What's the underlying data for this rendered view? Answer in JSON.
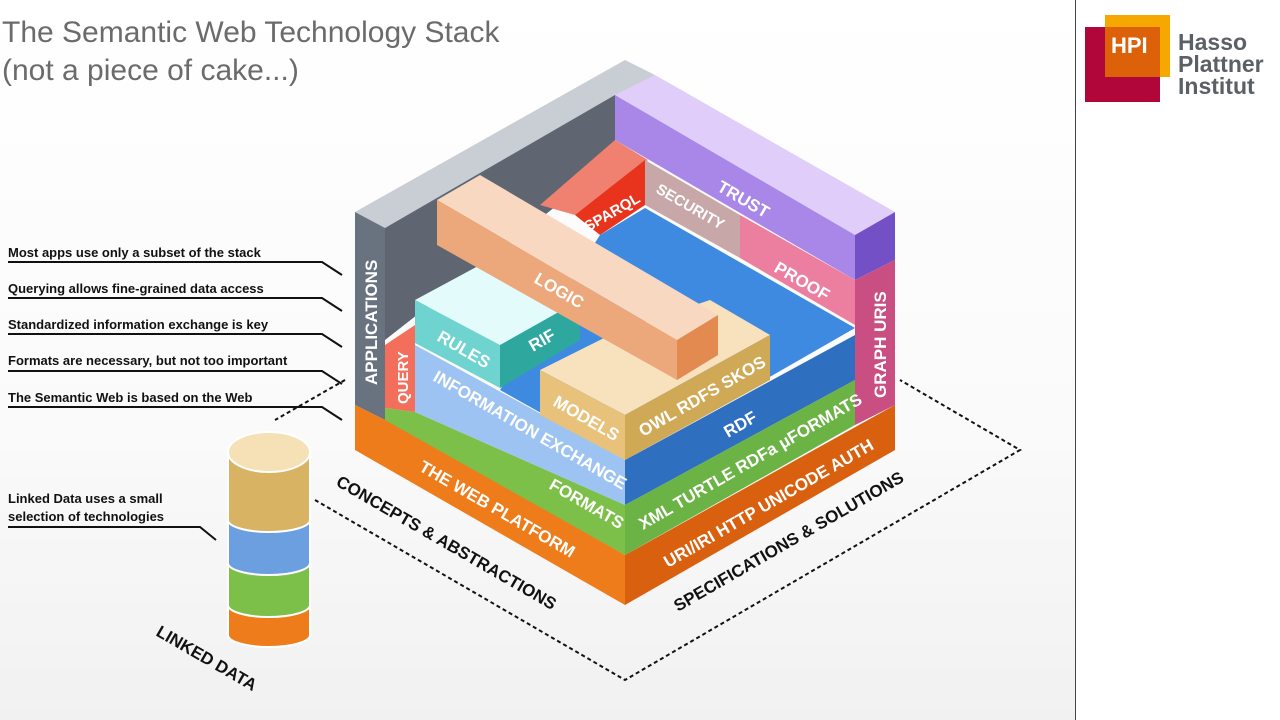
{
  "title": {
    "line1": "The Semantic Web Technology Stack",
    "line2": "(not a piece of cake...)"
  },
  "logo": {
    "abbr": "HPI",
    "name_lines": [
      "Hasso",
      "Plattner",
      "Institut"
    ]
  },
  "annotations": [
    "Most apps use only a subset of the stack",
    "Querying allows fine-grained data access",
    "Standardized information exchange is key",
    "Formats are necessary, but not too important",
    "The Semantic Web is based on the Web",
    "Linked Data uses a small",
    "selection of technologies"
  ],
  "stack": {
    "applications": "APPLICATIONS",
    "trust": "TRUST",
    "sparql": "SPARQL",
    "security": "SECURITY",
    "proof": "PROOF",
    "logic": "LOGIC",
    "rules": "RULES",
    "rif": "RIF",
    "query": "QUERY",
    "graph_uris": "GRAPH URIS",
    "information_exchange": "INFORMATION EXCHANGE",
    "models": "MODELS",
    "owl_rdfs_skos": "OWL  RDFS  SKOS",
    "rdf": "RDF",
    "formats": "FORMATS",
    "xml_etc": "XML  TURTLE  RDFa  μFORMATS",
    "web_platform": "THE WEB PLATFORM",
    "uri_etc": "URI/IRI  HTTP  UNICODE  AUTH"
  },
  "axes": {
    "left": "CONCEPTS & ABSTRACTIONS",
    "right": "SPECIFICATIONS & SOLUTIONS",
    "linked": "LINKED DATA"
  },
  "colors": {
    "web": "#ef7c1a",
    "formats": "#7cc04a",
    "rdf": "#3d7fd6",
    "models": "#e8c27a",
    "logic": "#f0b48a",
    "rules": "#6fd3cf",
    "rif": "#2ea89e",
    "query": "#f36f5c",
    "trust": "#a887e8",
    "proof": "#ec7fa0",
    "security": "#c8a7a9",
    "graph": "#c94e82",
    "applications": "#69727f"
  }
}
